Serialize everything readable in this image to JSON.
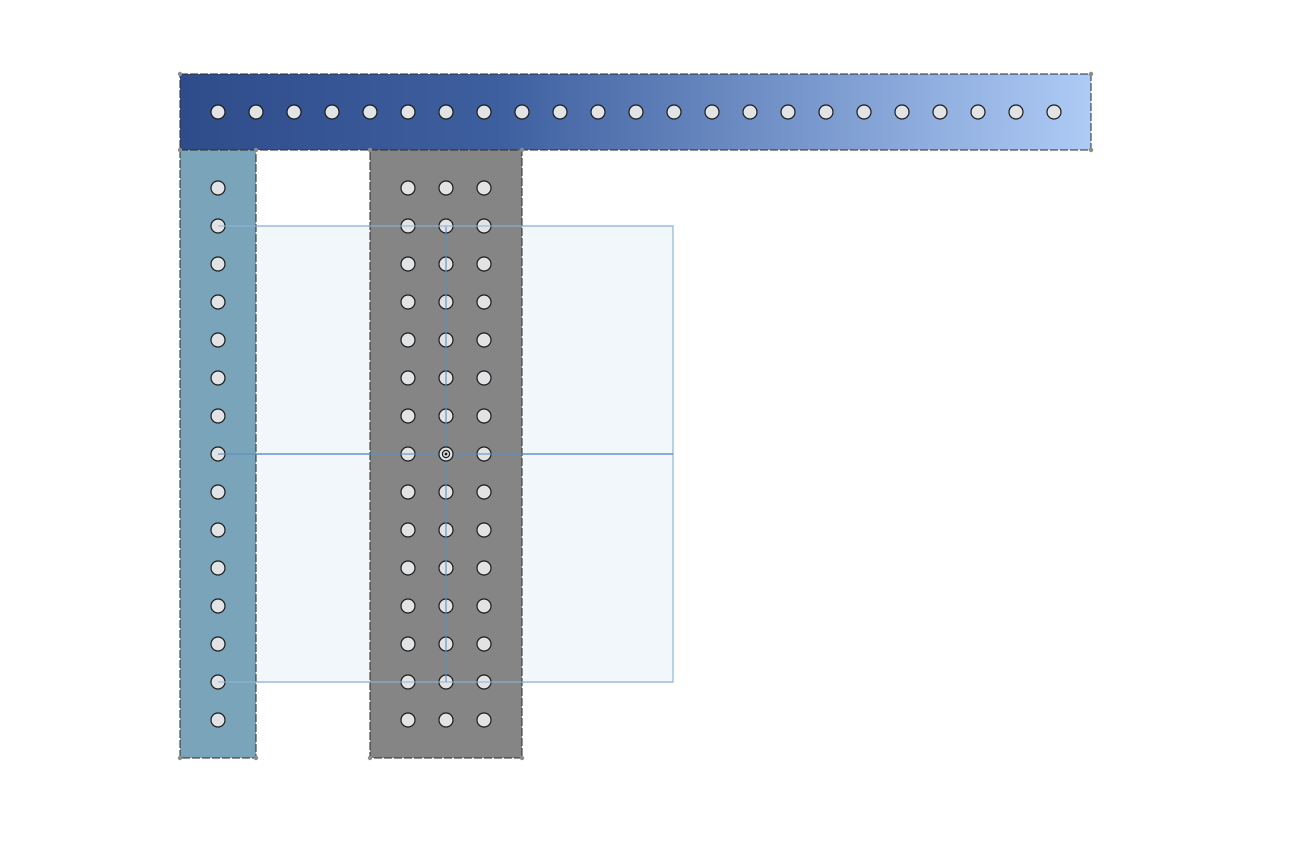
{
  "viewport": {
    "background": "#ffffff",
    "description_free": true
  },
  "parts": {
    "top_bar": {
      "holes": 23,
      "rows": 1,
      "gradient": [
        "#2f4c8a",
        "#3e5f9f",
        "#aecbf6"
      ]
    },
    "left_bar": {
      "holes": 15,
      "rows": 15,
      "cols": 1,
      "fill": "#7aa4ba"
    },
    "center_plate": {
      "rows": 15,
      "cols": 3,
      "fill": "#858585"
    },
    "hole_fill": "#e2e3e5",
    "edge_color": "#2a2a2a"
  },
  "sketch": {
    "region_fill": "#f1f7fa",
    "line_color": "#5b8fc7",
    "origin_icon": "origin-point-icon"
  }
}
